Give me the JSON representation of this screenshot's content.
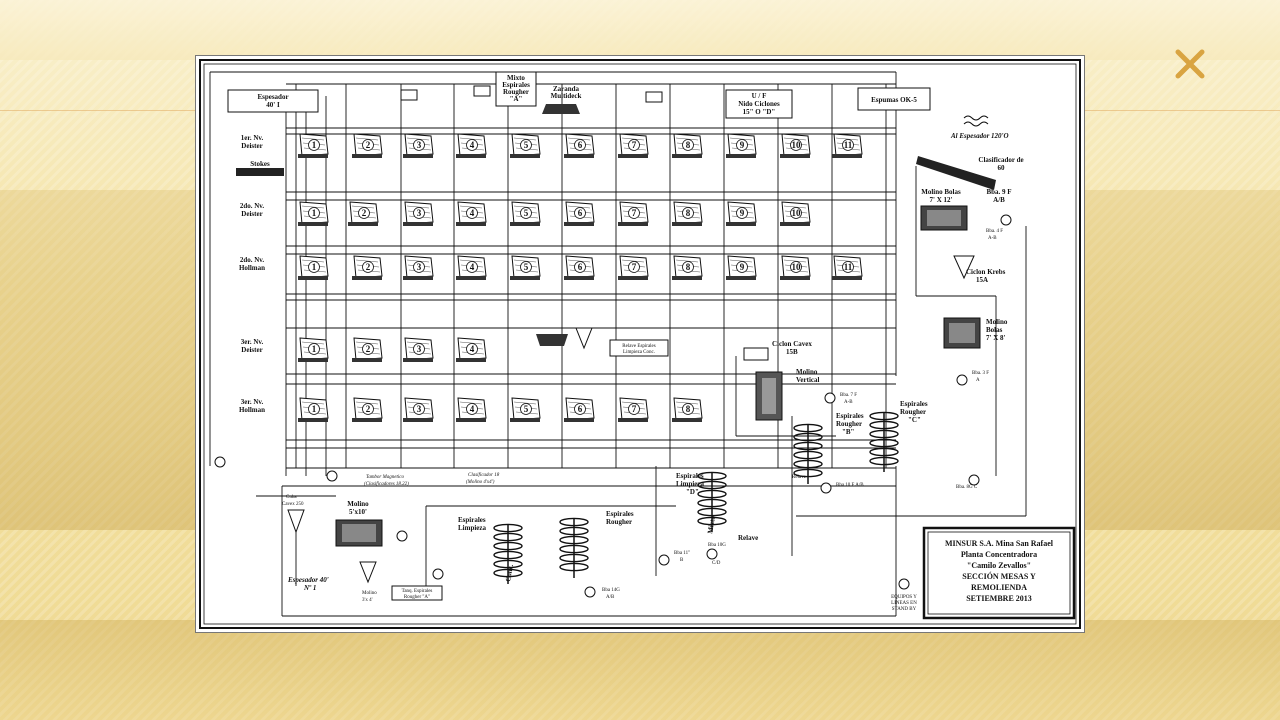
{
  "slide": {
    "accent_icon": "x-mark-icon",
    "colors": {
      "background": "#f7eab8",
      "accent": "#d9a441",
      "line": "#111111"
    }
  },
  "diagram": {
    "rows": [
      {
        "label_1": "1er. Nv.",
        "label_2": "Deister",
        "tables": [
          "1",
          "2",
          "3",
          "4",
          "5",
          "6",
          "7",
          "8",
          "9",
          "10",
          "11"
        ]
      },
      {
        "label_1": "2do. Nv.",
        "label_2": "Deister",
        "tables": [
          "1",
          "2",
          "3",
          "4",
          "5",
          "6",
          "7",
          "8",
          "9",
          "10"
        ]
      },
      {
        "label_1": "2do. Nv.",
        "label_2": "Hollman",
        "tables": [
          "1",
          "2",
          "3",
          "4",
          "5",
          "6",
          "7",
          "8",
          "9",
          "10",
          "11"
        ]
      },
      {
        "label_1": "3er. Nv.",
        "label_2": "Deister",
        "tables": [
          "1",
          "2",
          "3",
          "4"
        ]
      },
      {
        "label_1": "3er. Nv.",
        "label_2": "Hollman",
        "tables": [
          "1",
          "2",
          "3",
          "4",
          "5",
          "6",
          "7",
          "8"
        ]
      }
    ],
    "stokes": "Stokes",
    "espesador_40": {
      "line1": "Espesador",
      "line2": "40' I"
    },
    "mixto": {
      "line1": "Mixto",
      "line2": "Espirales",
      "line3": "Rougher",
      "line4": "\"A\""
    },
    "zaranda": {
      "line1": "Zaranda",
      "line2": "Multideck"
    },
    "uf_nido": {
      "line1": "U / F",
      "line2": "Nido Ciclones",
      "line3": "15\" O \"D\""
    },
    "espuma": "Espumas OK-5",
    "al_espesador": "Al Espesador 120'O",
    "clasificador": {
      "line1": "Clasificador de",
      "line2": "60"
    },
    "molino_bolas_1": {
      "line1": "Molino Bolas",
      "line2": "7' X 12'"
    },
    "bba_9f": {
      "line1": "Bba. 9 F",
      "line2": "A/B"
    },
    "bba_4f": {
      "line1": "Bba. 4 F",
      "line2": "A-B"
    },
    "ciclon_krebs": {
      "line1": "Ciclon Krebs",
      "line2": "15A"
    },
    "molino_bolas_2": {
      "line1": "Molino",
      "line2": "Bolas",
      "line3": "7' X 8'"
    },
    "bba_3f": {
      "line1": "Bba. 3 F",
      "line2": "A"
    },
    "ciclon_cavex": {
      "line1": "Ciclon Cavex",
      "line2": "15B"
    },
    "molino_vertical": {
      "line1": "Molino",
      "line2": "Vertical"
    },
    "bba_7f": {
      "line1": "Bba. 7 F",
      "line2": "A-B"
    },
    "relave_espirales": {
      "line1": "Relave Espirales",
      "line2": "Limpieza Conc."
    },
    "espirales_rougher_b": {
      "line1": "Espirales",
      "line2": "Rougher",
      "line3": "\"B\""
    },
    "espirales_rougher_c": {
      "line1": "Espirales",
      "line2": "Rougher",
      "line3": "\"C\""
    },
    "espirales_limpieza_d": {
      "line1": "Espirales",
      "line2": "Limpieza",
      "line3": "\"D\""
    },
    "espirales_limpieza": {
      "line1": "Espirales",
      "line2": "Limpieza"
    },
    "espirales_rougher": {
      "line1": "Espirales",
      "line2": "Rougher"
    },
    "relave": "Relave",
    "relave_small": "Relave",
    "conc": "Conc.",
    "mixto_word": "Mixto",
    "bba_10f": "Bba 10 F A/B",
    "bba_8g": "Bba. 8G C",
    "bba_14g": {
      "line1": "Bba 14G",
      "line2": "A/B"
    },
    "bba_11f": {
      "line1": "Bba 11\"",
      "line2": "B"
    },
    "bba_10g": {
      "line1": "Bba 10G",
      "line2": "C/D"
    },
    "cuba": {
      "line1": "Cuba",
      "line2": "Cavex 250"
    },
    "molino_5x10": {
      "line1": "Molino",
      "line2": "5'x10'"
    },
    "molino_3x4": {
      "line1": "Molino",
      "line2": "3'x 4'"
    },
    "espesador_no1": {
      "line1": "Espesador 40'",
      "line2": "Nº 1"
    },
    "tanque_espirales": {
      "line1": "Tanq. Espirales",
      "line2": "Rougher \"A\""
    },
    "zaranda_bot": {
      "line1": "Tambor Magnetico",
      "line2": "(Clasificadores 18.22)"
    },
    "clasificador_18": {
      "line1": "Clasificador 18",
      "line2": "(Molino 4'x4')"
    },
    "equipos": {
      "line1": "EQUIPOS Y",
      "line2": "LINEAS EN",
      "line3": "STAND BY"
    },
    "title_block": {
      "line1": "MINSUR S.A. Mina San Rafael",
      "line2": "Planta Concentradora",
      "line3": "\"Camilo Zevallos\"",
      "line4": "SECCIÓN MESAS Y",
      "line5": "REMOLIENDA",
      "line6": "SETIEMBRE 2013"
    }
  }
}
